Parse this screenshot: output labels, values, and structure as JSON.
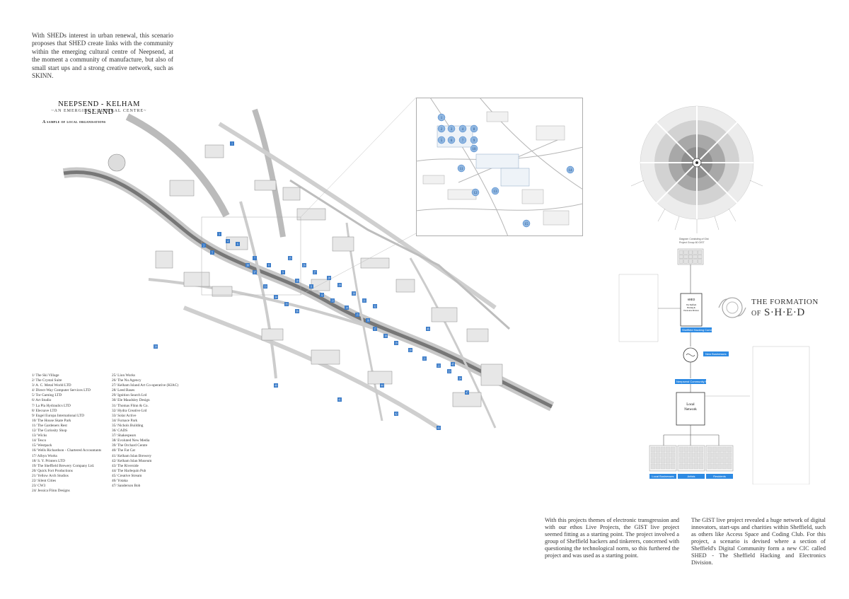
{
  "intro": "With SHEDs interest in  urban renewal, this scenario proposes that SHED create links with the community within the  emerging cultural centre of Neepsend, at the moment a community of manufacture, but also of small start ups and a strong creative network, such as SKINN.",
  "map": {
    "title": "NEEPSEND - KELHAM ISLAND",
    "subtitle": "~AN EMERGING CULTURAL CENTRE~",
    "sample_heading": "A sample of local organisations",
    "legend_col1": [
      "1/ The Ski Village",
      "2/ The Crystal Suite",
      "3/ A. C. Metal World LTD",
      "4/ Direct-Way Computer Services LTD",
      "5/ Tor Gaming LTD",
      "6/ Art Studio",
      "7/ La Pla Hydraulics LTD",
      "8/ Elecsave LTD",
      "9/ Engel Europa International LTD",
      "10/ The House Skate Park",
      "11/ The Gardeners Rest",
      "12/ The Curiosity Shop",
      "13/ Wicks",
      "14/ Tesco",
      "15/ Westpack",
      "16/ Wells Richardson - Chartered Accountants",
      "17/ Albyn Works",
      "18/ S. Y. Printers LTD",
      "19/ The Sheffield Brewery Company Ltd.",
      "20/ Quick Fort Productions",
      "21/ Yellow Arch Studios",
      "22/ Silent Cities",
      "23/ CW3",
      "24/ Jessica Flinn Designs"
    ],
    "legend_col2": [
      "25/ Lion Works",
      "26/ The Nu Agency",
      "27/ Kelham Island Art Co-operative (KIAC)",
      "28/ Leed Bases",
      "29/ Ignition Search Ltd",
      "30/ Ele Maudsley Design",
      "31/ Thomas Flinn & Co.",
      "32/ Hydra Creative Ltd",
      "33/ Solar Active",
      "34/ Furnace Park",
      "35/ Nichols Building",
      "36/ CADS",
      "37/ Shakespears",
      "38/ Evoluted New Media",
      "39/ The Orchard Centre",
      "40/ The Fat Cat",
      "41/ Kelham Islan Brewery",
      "42/ Kelham Islan Museum",
      "43/ The Riverside",
      "44/ The Harlequin Pub",
      "45/ Creative Stream",
      "46/ Yotaka",
      "47/ Sanderson Bob"
    ],
    "markers": [
      "1",
      "2",
      "3",
      "4",
      "5",
      "6",
      "7",
      "8",
      "9",
      "10",
      "11",
      "12",
      "13",
      "14",
      "15",
      "16",
      "17",
      "18",
      "19",
      "20",
      "21",
      "22",
      "23",
      "24",
      "25",
      "26",
      "27",
      "28",
      "29",
      "30",
      "31",
      "32",
      "33",
      "34",
      "35",
      "36",
      "37",
      "38",
      "39",
      "40",
      "41",
      "42",
      "43",
      "44",
      "45",
      "46",
      "47"
    ]
  },
  "inset_markers": [
    "1",
    "2",
    "3",
    "4",
    "5",
    "6",
    "7",
    "8",
    "9",
    "10",
    "11",
    "12",
    "13",
    "14",
    "15"
  ],
  "wheel_caption": [
    "Diagram Consisting of Gist",
    "Project Group 60 GIST"
  ],
  "formation": {
    "title_line1": "THE FORMATION",
    "title_of": "OF",
    "title_shed": "S·H·E·D"
  },
  "flow": {
    "shed_box": [
      "SHED",
      "The Sheffield",
      "Hacking &",
      "Electronics Division"
    ],
    "shed_tag": "Sheffield Hacking Community Club",
    "cic_tag": "Neepsend Community Network",
    "local_box": [
      "Local",
      "Network"
    ],
    "bottom_labels": [
      "Local Businesses",
      "Artists",
      "Residents"
    ],
    "side_label": "New Businesses"
  },
  "bottom_left": "With this projects themes of electronic transgression and with our ethos Live Projects, the GIST live project seemed fitting as a starting point. The project involved a group of Sheffield hackers and tinkerers, concerned with questioning the technological norm, so this furthered the project and was used as a starting point.",
  "bottom_right": "The GIST live project revealed a huge network of digital innovators, start-ups and charities within Sheffield, such as others like Access Space and Coding Club. For this project, a scenario is devised where a section of Sheffield's Digital Community form a new CIC called SHED - The Sheffield Hacking and Electronics Division.",
  "colors": {
    "marker": "#3a7bc8",
    "tag": "#2d8ae3",
    "river": "#555555"
  }
}
